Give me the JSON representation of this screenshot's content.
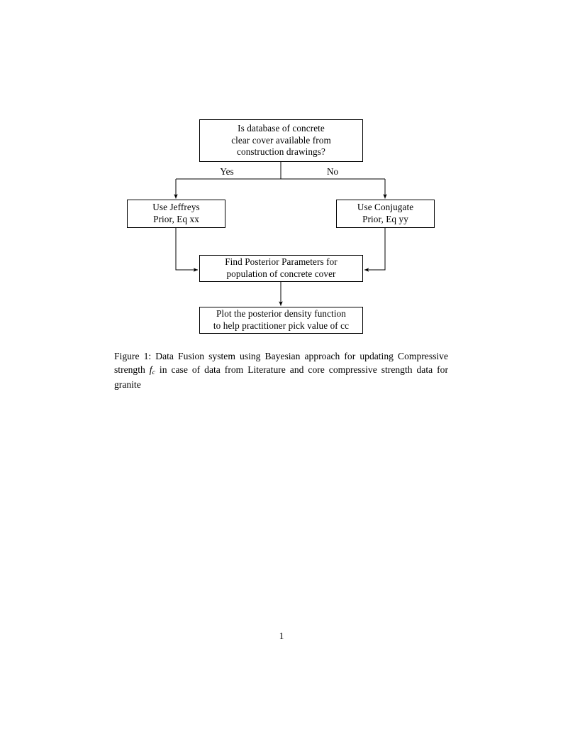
{
  "document": {
    "page_number": "1",
    "background_color": "#ffffff",
    "ink_color": "#000000"
  },
  "figure": {
    "nodes": {
      "question": {
        "lines": [
          "Is database of concrete",
          "clear cover available from",
          "construction drawings?"
        ]
      },
      "jeffreys": {
        "lines": [
          "Use Jeffreys",
          "Prior, Eq xx"
        ]
      },
      "conjugate": {
        "lines": [
          "Use Conjugate",
          "Prior, Eq yy"
        ]
      },
      "posterior": {
        "lines": [
          "Find Posterior Parameters for",
          "population of concrete cover"
        ]
      },
      "plot": {
        "lines": [
          "Plot the posterior density function",
          "to help practitioner pick value of cc"
        ]
      }
    },
    "edge_labels": {
      "yes": "Yes",
      "no": "No"
    }
  },
  "caption": {
    "prefix": "Figure 1:",
    "text_before_math": " Data Fusion system using Bayesian approach for updating Compressive strength ",
    "math_symbol": "f",
    "math_subscript": "c",
    "text_after_math": " in case of data from Literature and core compressive strength data for granite",
    "full_text": "Figure 1: Data Fusion system using Bayesian approach for updating Compressive strength f_c in case of data from Literature and core compressive strength data for granite"
  }
}
